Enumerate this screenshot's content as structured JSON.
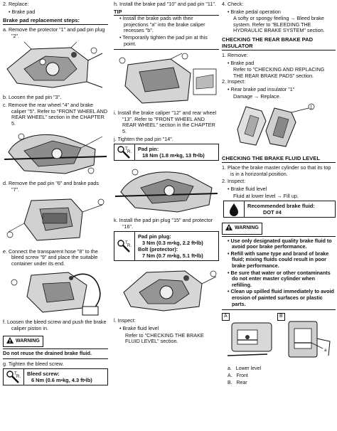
{
  "col1": {
    "s2": "2.  Replace:",
    "s2_bullet": "Brake pad",
    "heading_steps": "Brake pad replacement steps:",
    "a": "a.  Remove the protector \"1\" and pad pin plug \"2\".",
    "b": "b.  Loosen the pad pin \"3\".",
    "c": "c.  Remove the rear wheel \"4\" and brake caliper \"5\". Refer to \"FRONT WHEEL AND REAR WHEEL\" section in the CHAPTER 5.",
    "d": "d.  Remove the pad pin \"6\" and brake pads \"7\".",
    "e": "e.  Connect the transparent hose \"8\" to the bleed screw \"9\" and place the suitable container under its end.",
    "f": "f.   Loosen the bleed screw and push the brake caliper piston in.",
    "warning_label": "WARNING",
    "warning_text": "Do not reuse the drained brake fluid.",
    "g": "g.  Tighten the bleed screw.",
    "spec_title": "Bleed screw:",
    "spec_value": "6 Nm (0.6 m•kg, 4.3 ft•lb)"
  },
  "col2": {
    "h": "h.  Install the brake pad \"10\" and pad pin \"11\".",
    "tip_label": "TIP",
    "tip1": "Install the brake pads with their projections \"a\" into the brake caliper recesses \"b\".",
    "tip2": "Temporarily tighten the pad pin at this point.",
    "i": "i.   Install the brake caliper \"12\" and rear wheel \"13\". Refer to \"FRONT WHEEL AND REAR WHEEL\" section in the CHAPTER 5.",
    "j": "j.   Tighten the pad pin \"14\".",
    "spec1_title": "Pad pin:",
    "spec1_value": "18 Nm (1.8 m•kg, 13 ft•lb)",
    "k": "k.  Install the pad pin plug \"15\" and protector \"16\".",
    "spec2_title": "Pad pin plug:",
    "spec2_value": "3 Nm (0.3 m•kg, 2.2 ft•lb)",
    "spec2b_title": "Bolt (protector):",
    "spec2b_value": "7 Nm (0.7 m•kg, 5.1 ft•lb)",
    "l": "l.   Inspect:",
    "l_bullet": "Brake fluid level",
    "l_ref": "Refer to \"CHECKING THE BRAKE FLUID LEVEL\" section."
  },
  "col3": {
    "s4": "4.  Check:",
    "s4_bullet": "Brake pedal operation",
    "s4_text": "A softy or spongy feeling → Bleed brake system. Refer to \"BLEEDING THE HYDRAULIC BRAKE SYSTEM\" section.",
    "head_insulator": "CHECKING THE REAR BRAKE PAD INSULATOR",
    "r1": "1.  Remove:",
    "r1_bullet": "Brake pad",
    "r1_ref": "Refer to \"CHECKING AND REPLACING THE REAR BRAKE PADS\" section.",
    "r2": "2.  Inspect:",
    "r2_bullet": "Rear brake pad insulator \"1\"",
    "r2_text": "Damage → Replace.",
    "head_fluid": "CHECKING THE BRAKE FLUID LEVEL",
    "f1": "1.  Place the brake master cylinder so that its top is in a horizontal position.",
    "f2": "2.  Inspect:",
    "f2_bullet": "Brake fluid level",
    "f2_text": "Fluid at lower level → Fill up.",
    "rec_title": "Recommended brake fluid:",
    "rec_value": "DOT #4",
    "warning_label": "WARNING",
    "w1": "Use only designated quality brake fluid to avoid poor brake performance.",
    "w2": "Refill with same type and brand of brake fluid; mixing fluids could result in poor brake performance.",
    "w3": "Be sure that water or other contaminants do not enter master cylinder when refilling.",
    "w4": "Clean up spilled fluid immediately to avoid erosion of painted surfaces or plastic parts.",
    "fig_a": "A",
    "fig_b": "B",
    "leg_a": "a.",
    "leg_a_text": "Lower level",
    "leg_A": "A.",
    "leg_A_text": "Front",
    "leg_B": "B.",
    "leg_B_text": "Rear"
  }
}
